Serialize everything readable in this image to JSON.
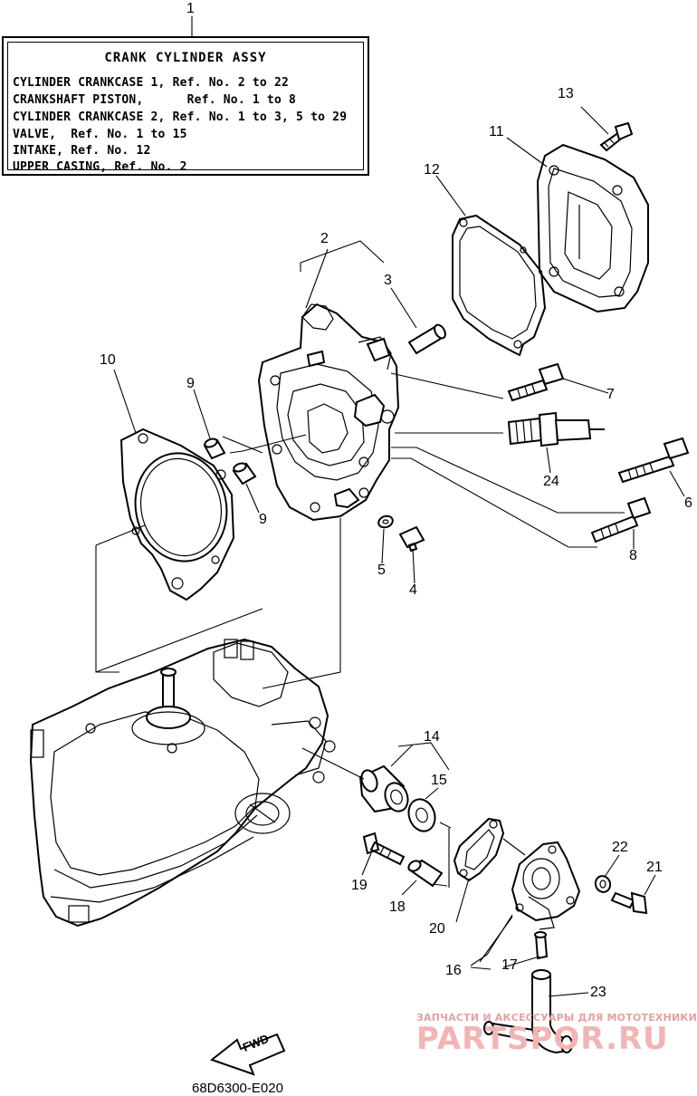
{
  "legend": {
    "ref_number": "1",
    "title": "CRANK CYLINDER ASSY",
    "lines": [
      "CYLINDER CRANKCASE 1, Ref. No. 2 to 22",
      "CRANKSHAFT PISTON,      Ref. No. 1 to 8",
      "CYLINDER CRANKCASE 2, Ref. No. 1 to 3, 5 to 29",
      "VALVE,  Ref. No. 1 to 15",
      "INTAKE, Ref. No. 12",
      "UPPER CASING, Ref. No. 2"
    ]
  },
  "callouts": [
    {
      "id": "c2",
      "label": "2"
    },
    {
      "id": "c3",
      "label": "3"
    },
    {
      "id": "c4",
      "label": "4"
    },
    {
      "id": "c5",
      "label": "5"
    },
    {
      "id": "c6",
      "label": "6"
    },
    {
      "id": "c7",
      "label": "7"
    },
    {
      "id": "c8",
      "label": "8"
    },
    {
      "id": "c9a",
      "label": "9"
    },
    {
      "id": "c9b",
      "label": "9"
    },
    {
      "id": "c10",
      "label": "10"
    },
    {
      "id": "c11",
      "label": "11"
    },
    {
      "id": "c12",
      "label": "12"
    },
    {
      "id": "c13",
      "label": "13"
    },
    {
      "id": "c14",
      "label": "14"
    },
    {
      "id": "c15",
      "label": "15"
    },
    {
      "id": "c16",
      "label": "16"
    },
    {
      "id": "c17",
      "label": "17"
    },
    {
      "id": "c18",
      "label": "18"
    },
    {
      "id": "c19",
      "label": "19"
    },
    {
      "id": "c20",
      "label": "20"
    },
    {
      "id": "c21",
      "label": "21"
    },
    {
      "id": "c22",
      "label": "22"
    },
    {
      "id": "c23",
      "label": "23"
    },
    {
      "id": "c24",
      "label": "24"
    }
  ],
  "forward_arrow": "FWD",
  "diagram_code": "68D6300-E020",
  "watermark": {
    "subtitle": "ЗАПЧАСТИ И АКСЕССУАРЫ ДЛЯ МОТОТЕХНИКИ",
    "site": "PARTSPOR.RU"
  }
}
